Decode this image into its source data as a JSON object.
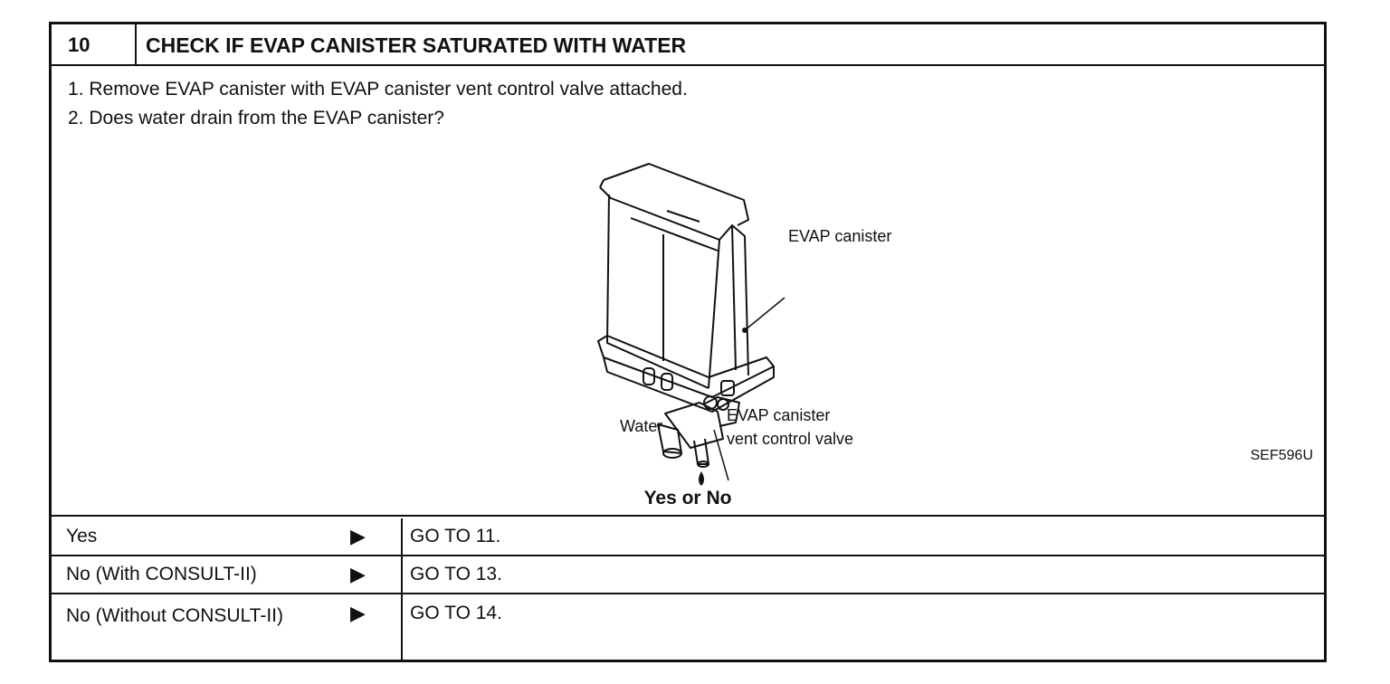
{
  "header": {
    "step_number": "10",
    "title": "CHECK IF EVAP CANISTER SATURATED WITH WATER"
  },
  "instructions": [
    "1.  Remove EVAP canister with EVAP canister vent control valve attached.",
    "2.  Does water drain from the EVAP canister?"
  ],
  "figure": {
    "labels": {
      "canister": "EVAP canister",
      "valve_line1": "EVAP canister",
      "valve_line2": "vent control valve",
      "water": "Water"
    },
    "figure_id": "SEF596U"
  },
  "question": "Yes or No",
  "answers": [
    {
      "label": "Yes",
      "arrow": "▶",
      "result": "GO TO 11."
    },
    {
      "label": "No (With CONSULT-II)",
      "arrow": "▶",
      "result": "GO TO 13."
    },
    {
      "label": "No (Without CONSULT-II)",
      "arrow": "▶",
      "result": "GO TO 14."
    }
  ]
}
